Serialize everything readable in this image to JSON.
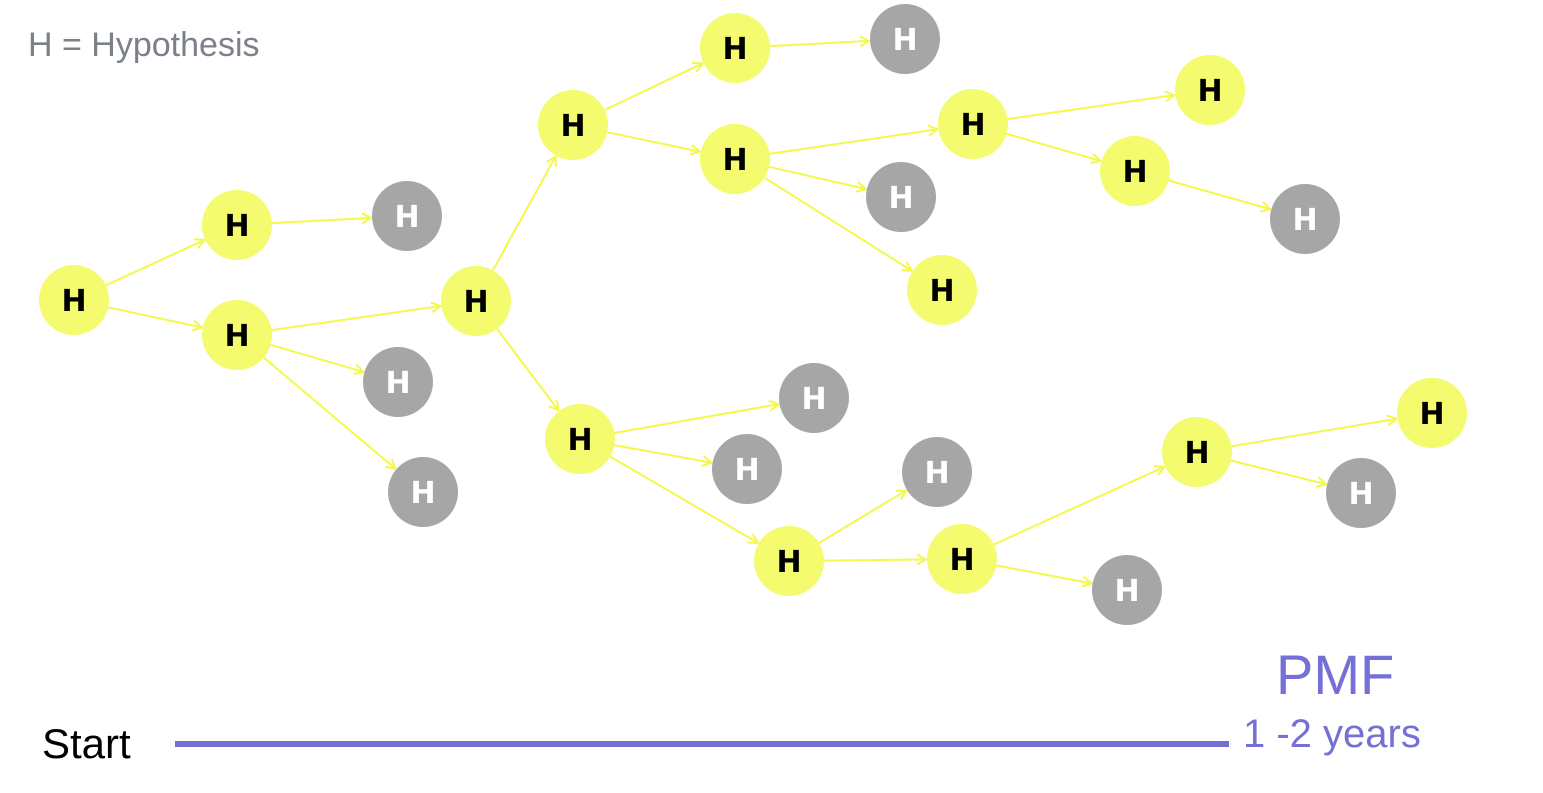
{
  "legend": "H = Hypothesis",
  "node_label": "H",
  "timeline": {
    "start_label": "Start",
    "end_label": "PMF",
    "duration_label": "1 -2 years"
  },
  "colors": {
    "active": "#f4fb6e",
    "dead_end": "#a6a6a6",
    "arrow": "#f4f84a",
    "timeline": "#7470d6"
  },
  "nodes": [
    {
      "id": "n1",
      "status": "active"
    },
    {
      "id": "n2",
      "status": "active"
    },
    {
      "id": "n3",
      "status": "active"
    },
    {
      "id": "n4",
      "status": "dead_end"
    },
    {
      "id": "n5",
      "status": "dead_end"
    },
    {
      "id": "n6",
      "status": "dead_end"
    },
    {
      "id": "n7",
      "status": "active"
    },
    {
      "id": "n8",
      "status": "active"
    },
    {
      "id": "n9",
      "status": "active"
    },
    {
      "id": "n10",
      "status": "active"
    },
    {
      "id": "n11",
      "status": "dead_end"
    },
    {
      "id": "n12",
      "status": "dead_end"
    },
    {
      "id": "n13",
      "status": "active"
    },
    {
      "id": "n14",
      "status": "dead_end"
    },
    {
      "id": "n15",
      "status": "active"
    },
    {
      "id": "n16",
      "status": "active"
    },
    {
      "id": "n17",
      "status": "active"
    },
    {
      "id": "n18",
      "status": "dead_end"
    },
    {
      "id": "n19",
      "status": "dead_end"
    },
    {
      "id": "n20",
      "status": "dead_end"
    },
    {
      "id": "n21",
      "status": "active"
    },
    {
      "id": "n22",
      "status": "dead_end"
    },
    {
      "id": "n23",
      "status": "active"
    },
    {
      "id": "n24",
      "status": "dead_end"
    },
    {
      "id": "n25",
      "status": "active"
    },
    {
      "id": "n26",
      "status": "active"
    },
    {
      "id": "n27",
      "status": "dead_end"
    }
  ],
  "edges": [
    [
      "n1",
      "n2"
    ],
    [
      "n1",
      "n3"
    ],
    [
      "n2",
      "n4"
    ],
    [
      "n3",
      "n5"
    ],
    [
      "n3",
      "n6"
    ],
    [
      "n3",
      "n7"
    ],
    [
      "n7",
      "n8"
    ],
    [
      "n7",
      "n9"
    ],
    [
      "n8",
      "n10"
    ],
    [
      "n8",
      "n13"
    ],
    [
      "n10",
      "n11"
    ],
    [
      "n13",
      "n15"
    ],
    [
      "n13",
      "n14"
    ],
    [
      "n13",
      "n25"
    ],
    [
      "n15",
      "n16"
    ],
    [
      "n15",
      "n17"
    ],
    [
      "n17",
      "n24"
    ],
    [
      "n9",
      "n18"
    ],
    [
      "n9",
      "n19"
    ],
    [
      "n9",
      "n21"
    ],
    [
      "n21",
      "n20"
    ],
    [
      "n21",
      "n23"
    ],
    [
      "n23",
      "n22"
    ],
    [
      "n23",
      "n26"
    ],
    [
      "n26",
      "n1_pmf"
    ],
    [
      "n26",
      "n27"
    ]
  ]
}
